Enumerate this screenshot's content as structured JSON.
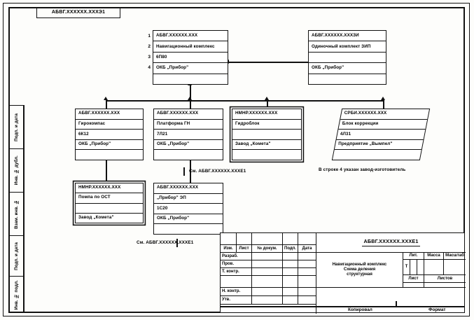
{
  "drawing": {
    "top_code": "АБВГ.ХХХХХХ.ХХХЭ1",
    "margin_labels": [
      "Подп. и дата",
      "Инв. № дубл.",
      "Взам. инв. №",
      "Подп. и дата",
      "Инв. № подл."
    ],
    "row_numbers": [
      "1",
      "2",
      "3",
      "4"
    ],
    "notes": {
      "see_ref_upper": "См. АБВГ.ХХХХХХ.ХХХЕ1",
      "see_ref_lower": "См. АБВГ.ХХХХХХ.ХХХЕ1",
      "manufacturer_note": "В строке 4 указан завод-изготовитель"
    },
    "bottom": {
      "copied": "Копировал",
      "format": "Формат"
    }
  },
  "blocks": {
    "root": {
      "name": "navigation-complex",
      "rows": [
        "АБВГ.ХХХХХХ.ХХХ",
        "Навигационный комплекс",
        "6П80",
        "ОКБ „Прибор\"",
        ""
      ]
    },
    "spares": {
      "name": "single-spare-kit",
      "rows": [
        "АБВГ.ХХХХХХ.ХХХЗИ",
        "Одиночный комплект ЗИП",
        "",
        "ОКБ „Прибор\"",
        ""
      ]
    },
    "gyrocompass": {
      "name": "gyrocompass",
      "rows": [
        "АБВГ.ХХХХХХ.ХХХ",
        "Гирокомпас",
        "6К12",
        "ОКБ „Прибор\"",
        ""
      ]
    },
    "platform": {
      "name": "platform-gn",
      "rows": [
        "АБВГ.ХХХХХХ.ХХХ",
        "Платформа ГН",
        "7Л21",
        "ОКБ „Прибор\"",
        ""
      ]
    },
    "hydroblock": {
      "name": "hydroblock",
      "rows": [
        "НМНР.ХХХХХХ.ХХХ",
        "Гидроблок",
        "",
        "Завод „Комета\"",
        ""
      ]
    },
    "correction": {
      "name": "correction-block",
      "rows": [
        "СРБИ.ХХХХХХ.ХХХ",
        "Блок коррекции",
        "4Л31",
        "Предприятие „Вымпел\"",
        ""
      ]
    },
    "pump": {
      "name": "pump-ost",
      "rows": [
        "НМНР.ХХХХХХ.ХХХ",
        "Помпа по ОСТ",
        "",
        "Завод „Комета\"",
        ""
      ]
    },
    "pribor_ep": {
      "name": "pribor-ep",
      "rows": [
        "АБВГ.ХХХХХХ.ХХХ",
        "„Прибор\" ЭП",
        "1С20",
        "ОКБ „Прибор\"",
        ""
      ]
    }
  },
  "stamp": {
    "revision_headers": [
      "Изм.",
      "Лист",
      "№ докум.",
      "Подп.",
      "Дата"
    ],
    "roles": [
      "Разраб.",
      "Пров.",
      "Т. контр.",
      "",
      "Н. контр.",
      "Утв."
    ],
    "designation": "АБВГ.ХХХХХХ.ХХХЕ1",
    "title_line1": "Навигационный комплекс",
    "title_line2": "Схема деления",
    "title_line3": "структурная",
    "lit_label": "Лит.",
    "mass_label": "Масса",
    "scale_label": "Масштаб",
    "lit_value": "Т",
    "sheet_label": "Лист",
    "sheets_label": "Листов"
  }
}
